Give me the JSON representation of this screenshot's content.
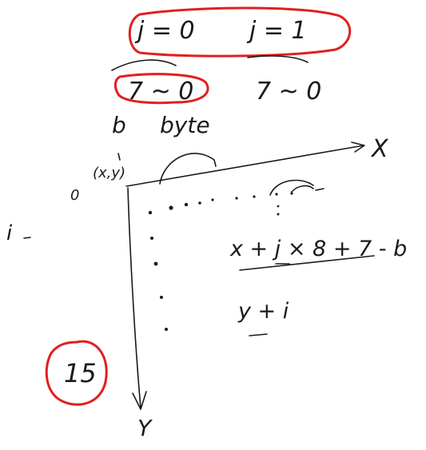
{
  "notes": {
    "top_left_expr": "j = 0",
    "top_right_expr": "j = 1",
    "range_left": "7 ~ 0",
    "range_right": "7 ~ 0",
    "unit_bit": "b",
    "unit_byte": "byte",
    "origin_label": "(x,y)",
    "x_axis_label": "X",
    "y_axis_label": "Y",
    "zero_mark": "0",
    "row_index": "i",
    "formula_x": "x + j × 8 + 7 - b",
    "formula_y": "y + i",
    "count_circled": "15"
  },
  "colors": {
    "ink": "#1a1a1a",
    "highlight": "#e02020",
    "background": "#ffffff"
  }
}
